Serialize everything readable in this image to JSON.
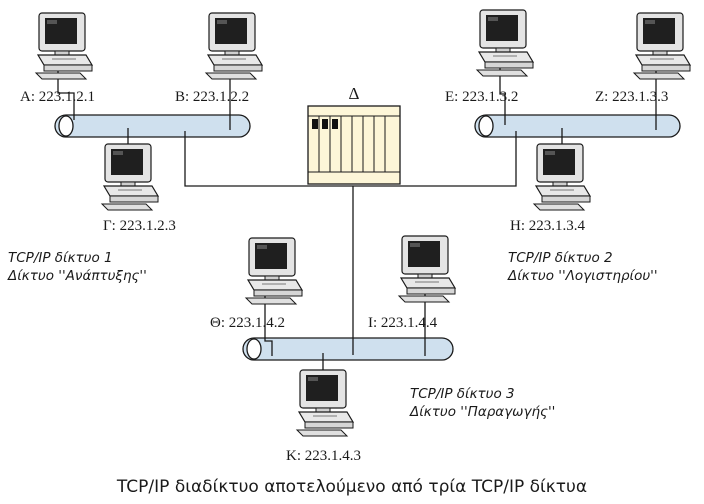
{
  "router": {
    "label": "Δ",
    "colors": {
      "fill": "#fdf6d8",
      "stroke": "#1a1a1a",
      "port": "#111111"
    }
  },
  "hosts": [
    {
      "id": "a",
      "label": "A: 223.1.2.1"
    },
    {
      "id": "b",
      "label": "B: 223.1.2.2"
    },
    {
      "id": "g",
      "label": "Γ: 223.1.2.3"
    },
    {
      "id": "e",
      "label": "E: 223.1.3.2"
    },
    {
      "id": "z",
      "label": "Z: 223.1.3.3"
    },
    {
      "id": "h",
      "label": "H: 223.1.3.4"
    },
    {
      "id": "th",
      "label": "Θ: 223.1.4.2"
    },
    {
      "id": "i",
      "label": "I: 223.1.4.4"
    },
    {
      "id": "k",
      "label": "K: 223.1.4.3"
    }
  ],
  "networks": [
    {
      "id": "net1",
      "line1": "TCP/IP δίκτυο 1",
      "line2": "Δίκτυο ''Ανάπτυξης''"
    },
    {
      "id": "net2",
      "line1": "TCP/IP δίκτυο 2",
      "line2": "Δίκτυο ''Λογιστηρίου''"
    },
    {
      "id": "net3",
      "line1": "TCP/IP δίκτυο 3",
      "line2": "Δίκτυο ''Παραγωγής''"
    }
  ],
  "caption": "TCP/IP διαδίκτυο αποτελούμενο από τρία TCP/IP δίκτυα",
  "colors": {
    "bus": "#cfe0ee",
    "monitor_body": "#e4e4e4",
    "screen": "#1f1f1f"
  },
  "icons": {
    "host": "desktop-computer-icon",
    "router": "router-icon"
  }
}
